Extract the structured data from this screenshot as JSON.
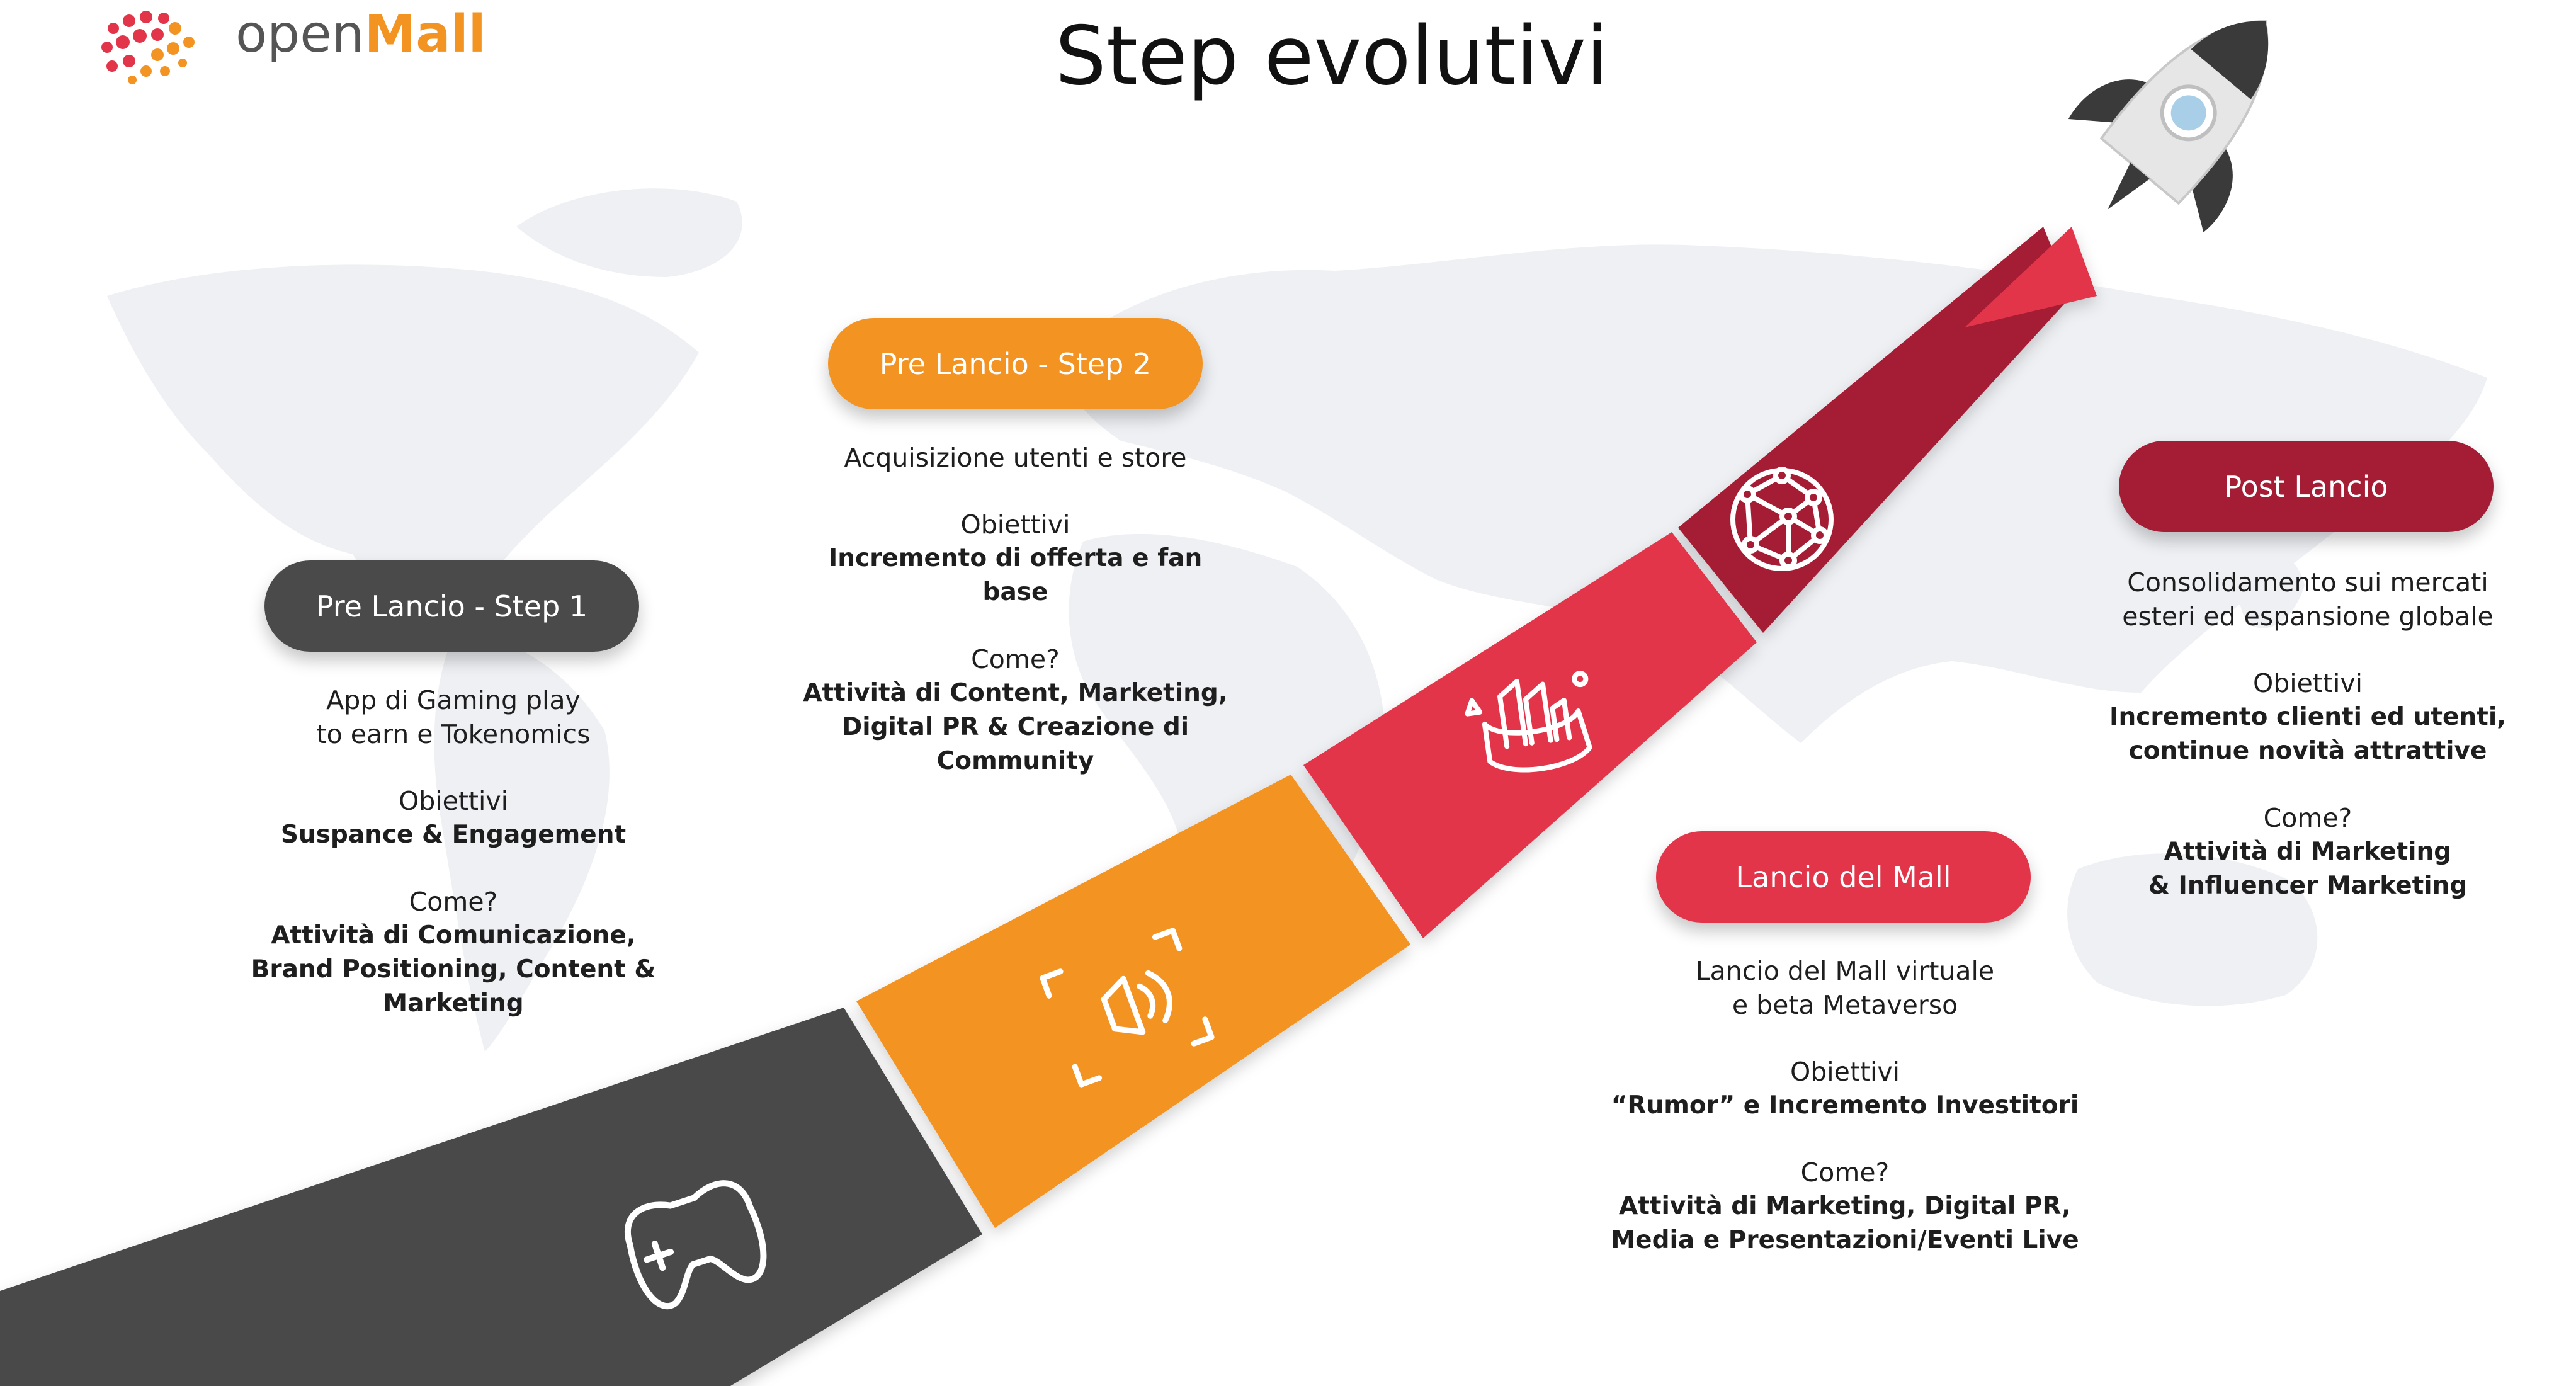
{
  "brand": {
    "name_open": "open",
    "name_mall": "Mall"
  },
  "title": "Step evolutivi",
  "colors": {
    "gray": "#4a4a4a",
    "orange": "#f39322",
    "red": "#e3354a",
    "darkred": "#a51c35"
  },
  "steps": [
    {
      "label": "Pre Lancio - Step 1",
      "icon": "gamepad-icon",
      "desc": [
        "App di Gaming play",
        "to earn e Tokenomics"
      ],
      "obiettivi_label": "Obiettivi",
      "obiettivi": [
        "Suspance & Engagement"
      ],
      "come_label": "Come?",
      "come": [
        "Attività di Comunicazione,",
        "Brand Positioning, Content &",
        "Marketing"
      ]
    },
    {
      "label": "Pre Lancio - Step 2",
      "icon": "megaphone-icon",
      "desc": [
        "Acquisizione utenti e store"
      ],
      "obiettivi_label": "Obiettivi",
      "obiettivi": [
        "Incremento di offerta e fan base"
      ],
      "come_label": "Come?",
      "come": [
        "Attività di Content, Marketing,",
        "Digital PR & Creazione di",
        "Community"
      ]
    },
    {
      "label": "Lancio del Mall",
      "icon": "virtual-city-icon",
      "desc": [
        "Lancio del Mall virtuale",
        "e beta Metaverso"
      ],
      "obiettivi_label": "Obiettivi",
      "obiettivi": [
        "“Rumor” e Incremento Investitori"
      ],
      "come_label": "Come?",
      "come": [
        "Attività di Marketing, Digital PR,",
        "Media e Presentazioni/Eventi Live"
      ]
    },
    {
      "label": "Post Lancio",
      "icon": "global-network-icon",
      "desc": [
        "Consolidamento sui mercati",
        "esteri ed espansione globale"
      ],
      "obiettivi_label": "Obiettivi",
      "obiettivi": [
        "Incremento clienti ed utenti,",
        "continue novità attrattive"
      ],
      "come_label": "Come?",
      "come": [
        "Attività di Marketing",
        "& Influencer Marketing"
      ]
    }
  ]
}
